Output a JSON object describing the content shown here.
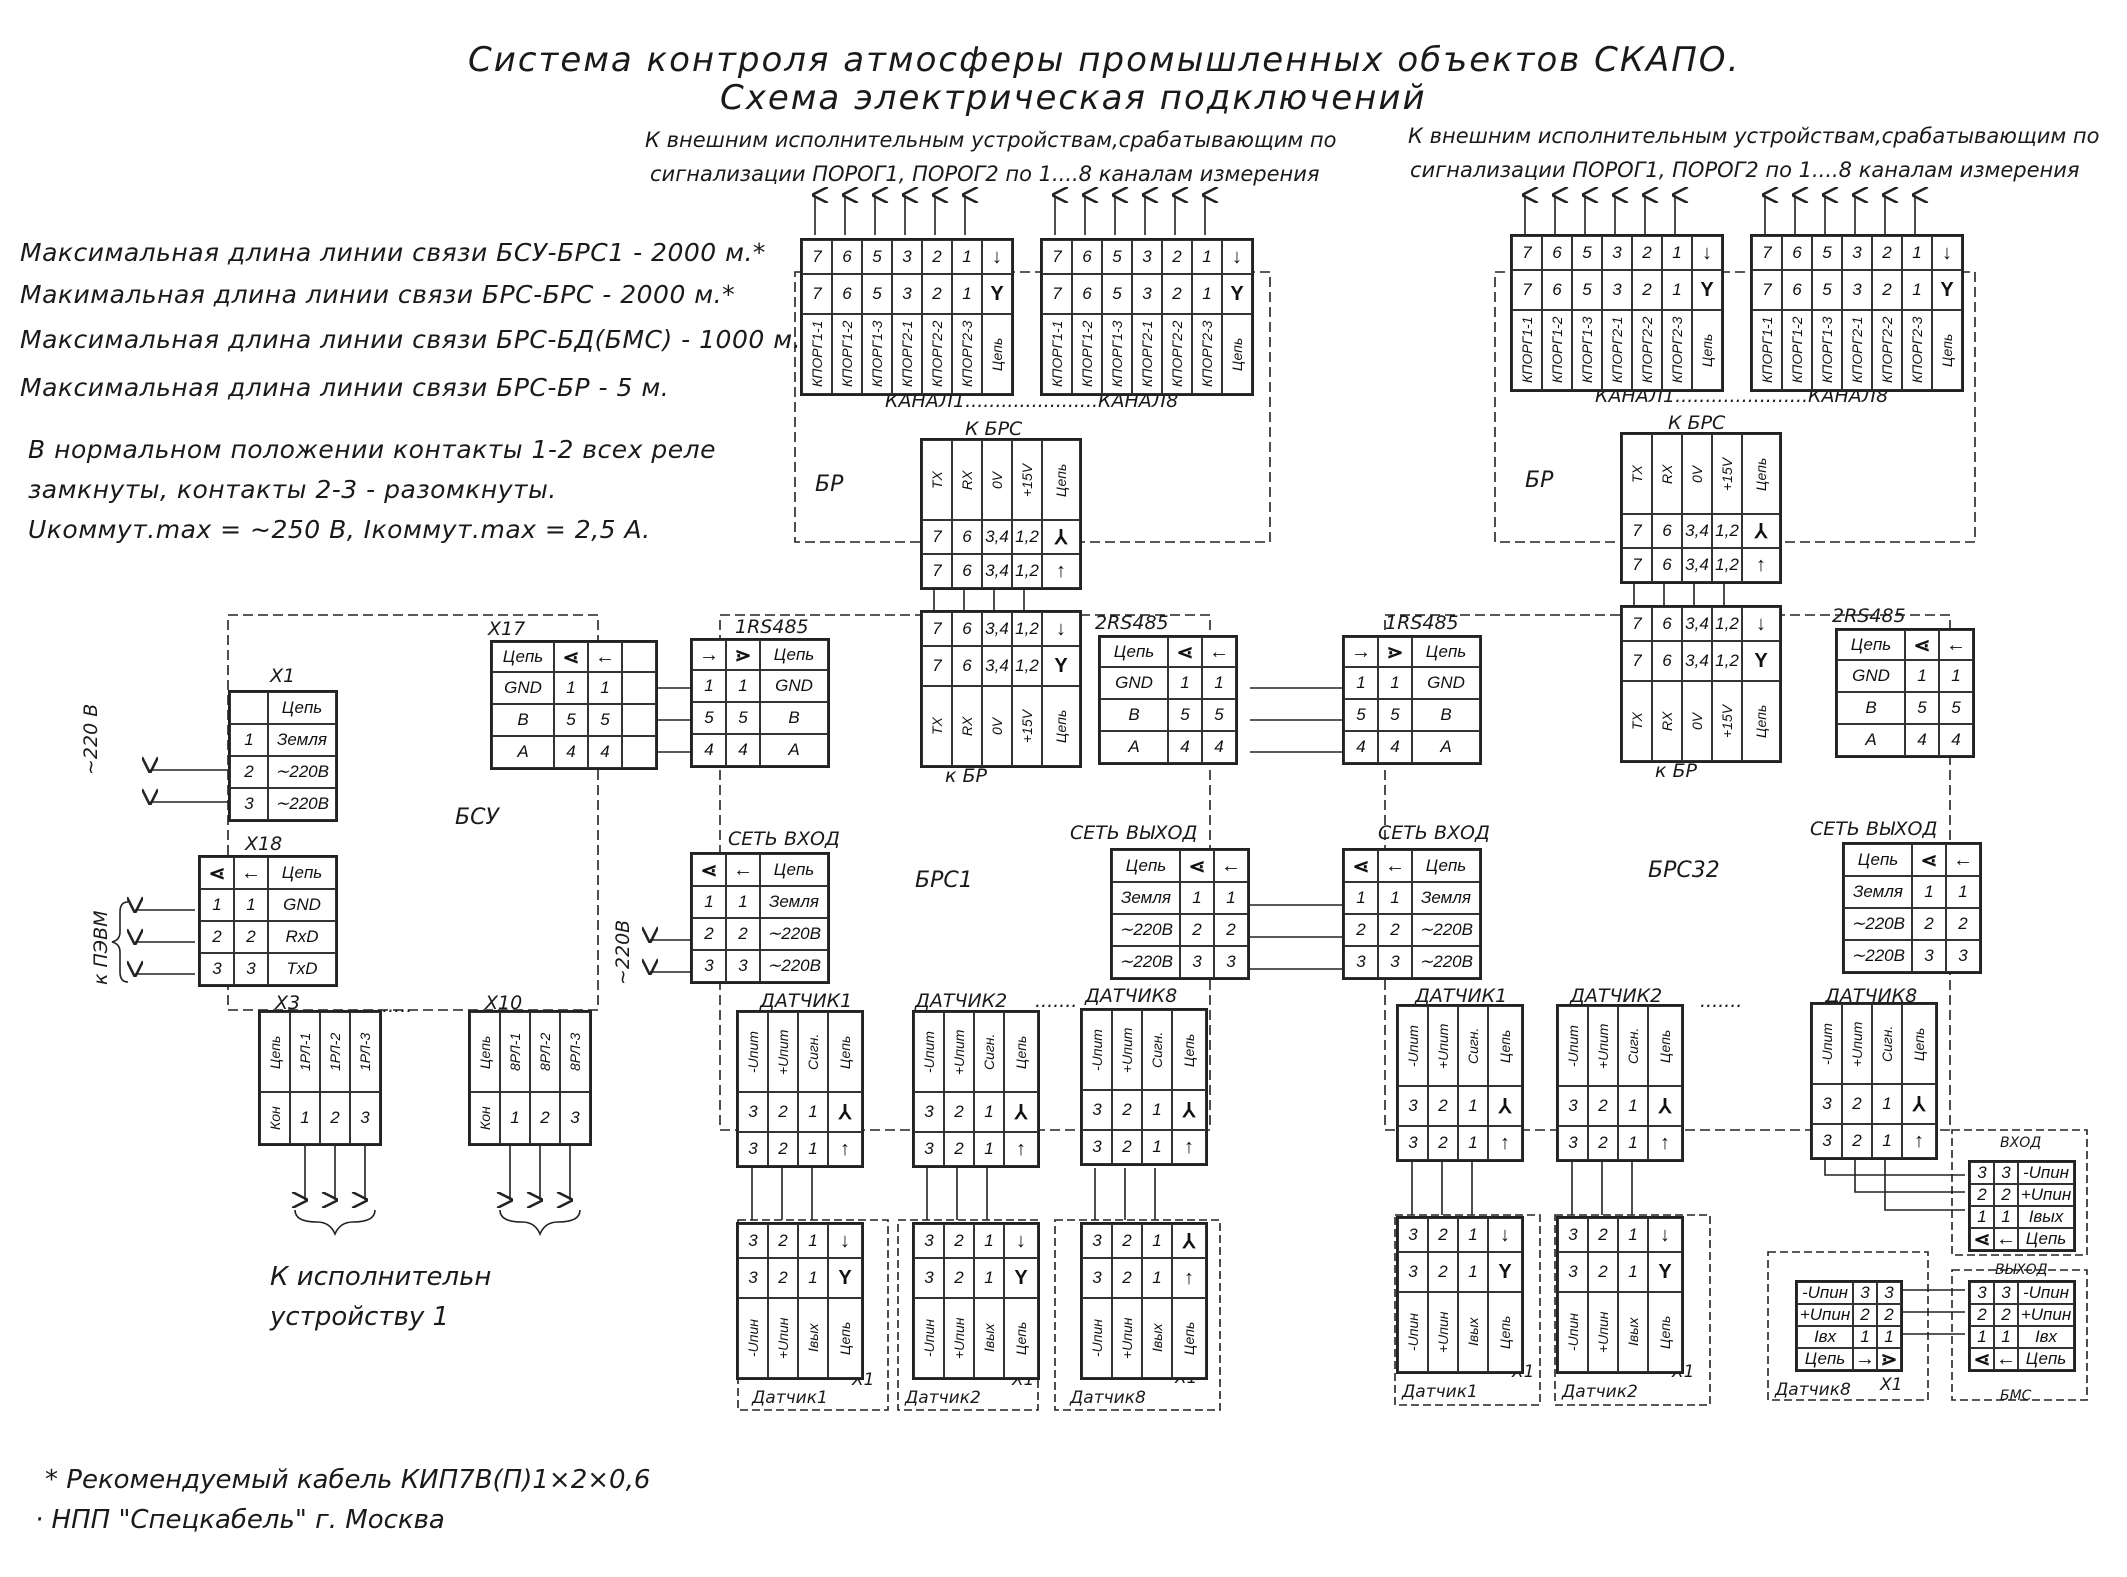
{
  "title": {
    "line1": "Система контроля атмосферы промышленных объектов СКАПО.",
    "line2": "Схема электрическая подключений"
  },
  "actuators_note_left": {
    "line1": "К внешним исполнительным устройствам,срабатывающим по",
    "line2": "сигнализации ПОРОГ1, ПОРОГ2 по 1....8 каналам измерения"
  },
  "actuators_note_right": {
    "line1": "К внешним исполнительным устройствам,срабатывающим по",
    "line2": "сигнализации ПОРОГ1, ПОРОГ2 по 1....8 каналам измерения"
  },
  "line_lengths": [
    "Максимальная длина линии связи БСУ-БРС1 - 2000 м.*",
    "Макимальная длина линии связи БРС-БРС - 2000 м.*",
    "Максимальная длина линии связи БРС-БД(БМС) - 1000 м.",
    "Максимальная длина линии связи БРС-БР - 5 м."
  ],
  "relay_note": [
    "В нормальном положении контакты 1-2 всех реле",
    "замкнуты, контакты 2-3 - разомкнуты.",
    "Uкоммут.max = ∼250 В, Iкоммут.max = 2,5 А."
  ],
  "footnote": [
    "* Рекомендуемый кабель КИП7В(П)1×2×0,6",
    "· НПП \"Спецкабель\" г. Москва"
  ],
  "labels": {
    "br": "БР",
    "kanal": "КАНАЛ1......................КАНАЛ8",
    "k_brs": "К БРС",
    "k_br": "к БР",
    "bsu": "БСУ",
    "brs1": "БРС1",
    "brs32": "БРС32",
    "x1": "X1",
    "x17": "X17",
    "x18": "X18",
    "x3": "X3",
    "x10": "X10",
    "rs485_1": "1RS485",
    "rs485_2": "2RS485",
    "net_in": "СЕТЬ ВХОД",
    "net_out": "СЕТЬ ВЫХОД",
    "v220": "∼220 В",
    "v220b": "∼220В",
    "k_pevm": "к ПЭВМ",
    "dots": ".......",
    "datchik1": "ДАТЧИК1",
    "datchik2": "ДАТЧИК2",
    "datchik8": "ДАТЧИК8",
    "d1": "Датчик1",
    "d2": "Датчик2",
    "d8": "Датчик8",
    "k_isp1": "К исполнительн",
    "k_isp2": "устройству 1",
    "vhod": "ВХОД",
    "vyhod": "ВЫХОД",
    "bms": "БМС"
  },
  "relay_out": {
    "numbers": [
      "7",
      "6",
      "5",
      "3",
      "2",
      "1"
    ],
    "names": [
      "КПОРГ1-1",
      "КПОРГ1-2",
      "КПОРГ1-3",
      "КПОРГ2-1",
      "КПОРГ2-2",
      "КПОРГ2-3",
      "Цепь"
    ],
    "names_b": [
      "КПОРГ1-1",
      "КПОРГ1-2",
      "КПОРГ1-3",
      "КПОРГ2-1",
      "КПОРГ2-2",
      "КПОРГ2-3",
      "Цепь"
    ]
  },
  "brs_conn": {
    "pins": [
      "7",
      "6",
      "3,4",
      "1,2"
    ],
    "names": [
      "TX",
      "RX",
      "0V",
      "+15V",
      "Цепь"
    ]
  },
  "x1_power": {
    "header": "Цепь",
    "rows": [
      [
        "1",
        "Земля"
      ],
      [
        "2",
        "∼220В"
      ],
      [
        "3",
        "∼220В"
      ]
    ]
  },
  "x17": {
    "rows": [
      [
        "Цепь"
      ],
      [
        "GND",
        "1",
        "1"
      ],
      [
        "B",
        "5",
        "5"
      ],
      [
        "A",
        "4",
        "4"
      ]
    ]
  },
  "rs485": {
    "header": "Цепь",
    "rows": [
      [
        "1",
        "1",
        "GND"
      ],
      [
        "5",
        "5",
        "B"
      ],
      [
        "4",
        "4",
        "A"
      ]
    ]
  },
  "x18": {
    "header": "Цепь",
    "rows": [
      [
        "1",
        "1",
        "GND"
      ],
      [
        "2",
        "2",
        "RxD"
      ],
      [
        "3",
        "3",
        "TxD"
      ]
    ]
  },
  "x3": {
    "names": [
      "Цепь",
      "1РЛ-1",
      "1РЛ-2",
      "1РЛ-3"
    ],
    "pins": [
      "Кон",
      "1",
      "2",
      "3"
    ]
  },
  "x10": {
    "names": [
      "Цепь",
      "8РЛ-1",
      "8РЛ-2",
      "8РЛ-3"
    ],
    "pins": [
      "Кон",
      "1",
      "2",
      "3"
    ]
  },
  "net_rows": {
    "header": "Цепь",
    "rows": [
      [
        "1",
        "1",
        "Земля"
      ],
      [
        "2",
        "2",
        "∼220В"
      ],
      [
        "3",
        "3",
        "∼220В"
      ]
    ]
  },
  "sensor_top": {
    "names": [
      "-Uпит",
      "+Uпит",
      "Сигн.",
      "Цепь"
    ],
    "pins": [
      "3",
      "2",
      "1"
    ]
  },
  "sensor_bot": {
    "pins": [
      "3",
      "2",
      "1"
    ],
    "names": [
      "-Uпин",
      "+Uпин",
      "Iвых",
      "Цепь"
    ]
  },
  "bms_in": {
    "rows": [
      [
        "3",
        "3",
        "-Uпин"
      ],
      [
        "2",
        "2",
        "+Uпин"
      ],
      [
        "1",
        "1",
        "Iвых"
      ]
    ],
    "last": "Цепь"
  },
  "bms_sensor": {
    "rows": [
      [
        "-Uпин",
        "3",
        "3"
      ],
      [
        "+Uпин",
        "2",
        "2"
      ],
      [
        "Iвх",
        "1",
        "1"
      ]
    ],
    "last": "Цепь"
  },
  "bms_out": {
    "rows": [
      [
        "3",
        "3",
        "-Uпин"
      ],
      [
        "2",
        "2",
        "+Uпин"
      ],
      [
        "1",
        "1",
        "Iвх"
      ]
    ],
    "last": "Цепь"
  }
}
